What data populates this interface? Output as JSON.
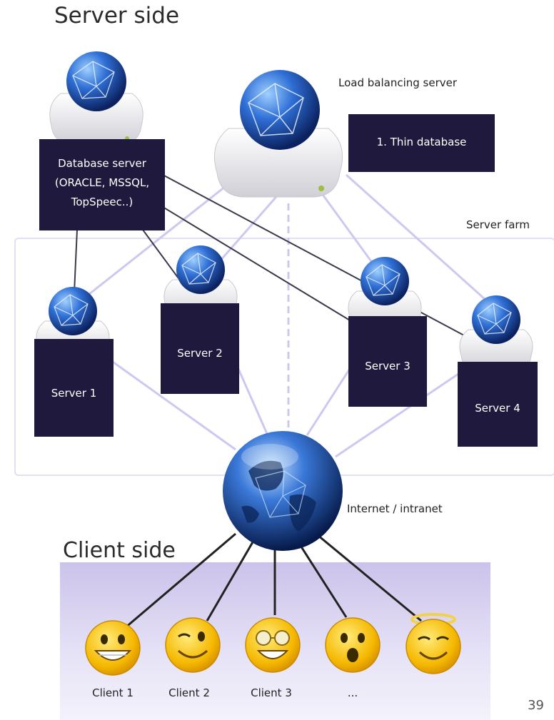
{
  "headings": {
    "server_side": "Server side",
    "client_side": "Client side"
  },
  "labels": {
    "load_balancing": "Load balancing server",
    "server_farm": "Server farm",
    "internet": "Internet / intranet"
  },
  "database_box": {
    "line1": "Database server",
    "line2": "(ORACLE, MSSQL,",
    "line3": "TopSpeec..)"
  },
  "thin_database": "1. Thin database",
  "servers": [
    "Server 1",
    "Server 2",
    "Server 3",
    "Server 4"
  ],
  "clients": [
    "Client 1",
    "Client 2",
    "Client 3",
    "..."
  ],
  "page_number": "39",
  "colors": {
    "dark_box": "#1f1a3d",
    "link_light": "#c5c0ee",
    "link_dark": "#2a2a2a",
    "globe": "#2c64c8",
    "smiley": "#f7c21a"
  },
  "icons": [
    "globe-icon",
    "server-icon",
    "smiley-icon"
  ]
}
